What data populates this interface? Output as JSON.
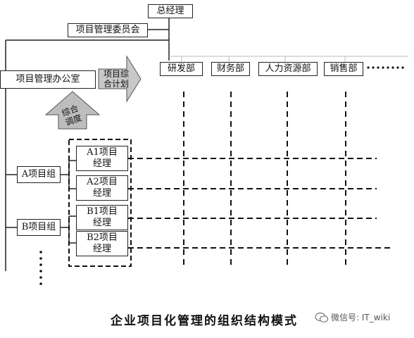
{
  "top": {
    "general_manager": "总经理",
    "committee": "项目管理委员会"
  },
  "pmo": {
    "label": "项目管理办公室"
  },
  "departments": [
    "研发部",
    "财务部",
    "人力资源部",
    "销售部"
  ],
  "arrows": {
    "plan": [
      "项目综",
      "合计划"
    ],
    "coord": [
      "综合",
      "调度"
    ]
  },
  "groups": [
    {
      "label": "A项目组",
      "managers": [
        [
          "A1项目",
          "经理"
        ],
        [
          "A2项目",
          "经理"
        ]
      ]
    },
    {
      "label": "B项目组",
      "managers": [
        [
          "B1项目",
          "经理"
        ],
        [
          "B2项目",
          "经理"
        ]
      ]
    }
  ],
  "caption": "企业项目化管理的组织结构模式",
  "watermark": "微信号: IT_wiki",
  "colors": {
    "line": "#222222",
    "arrow_fill": "#c8c8c8",
    "arrow_stroke": "#555555"
  }
}
